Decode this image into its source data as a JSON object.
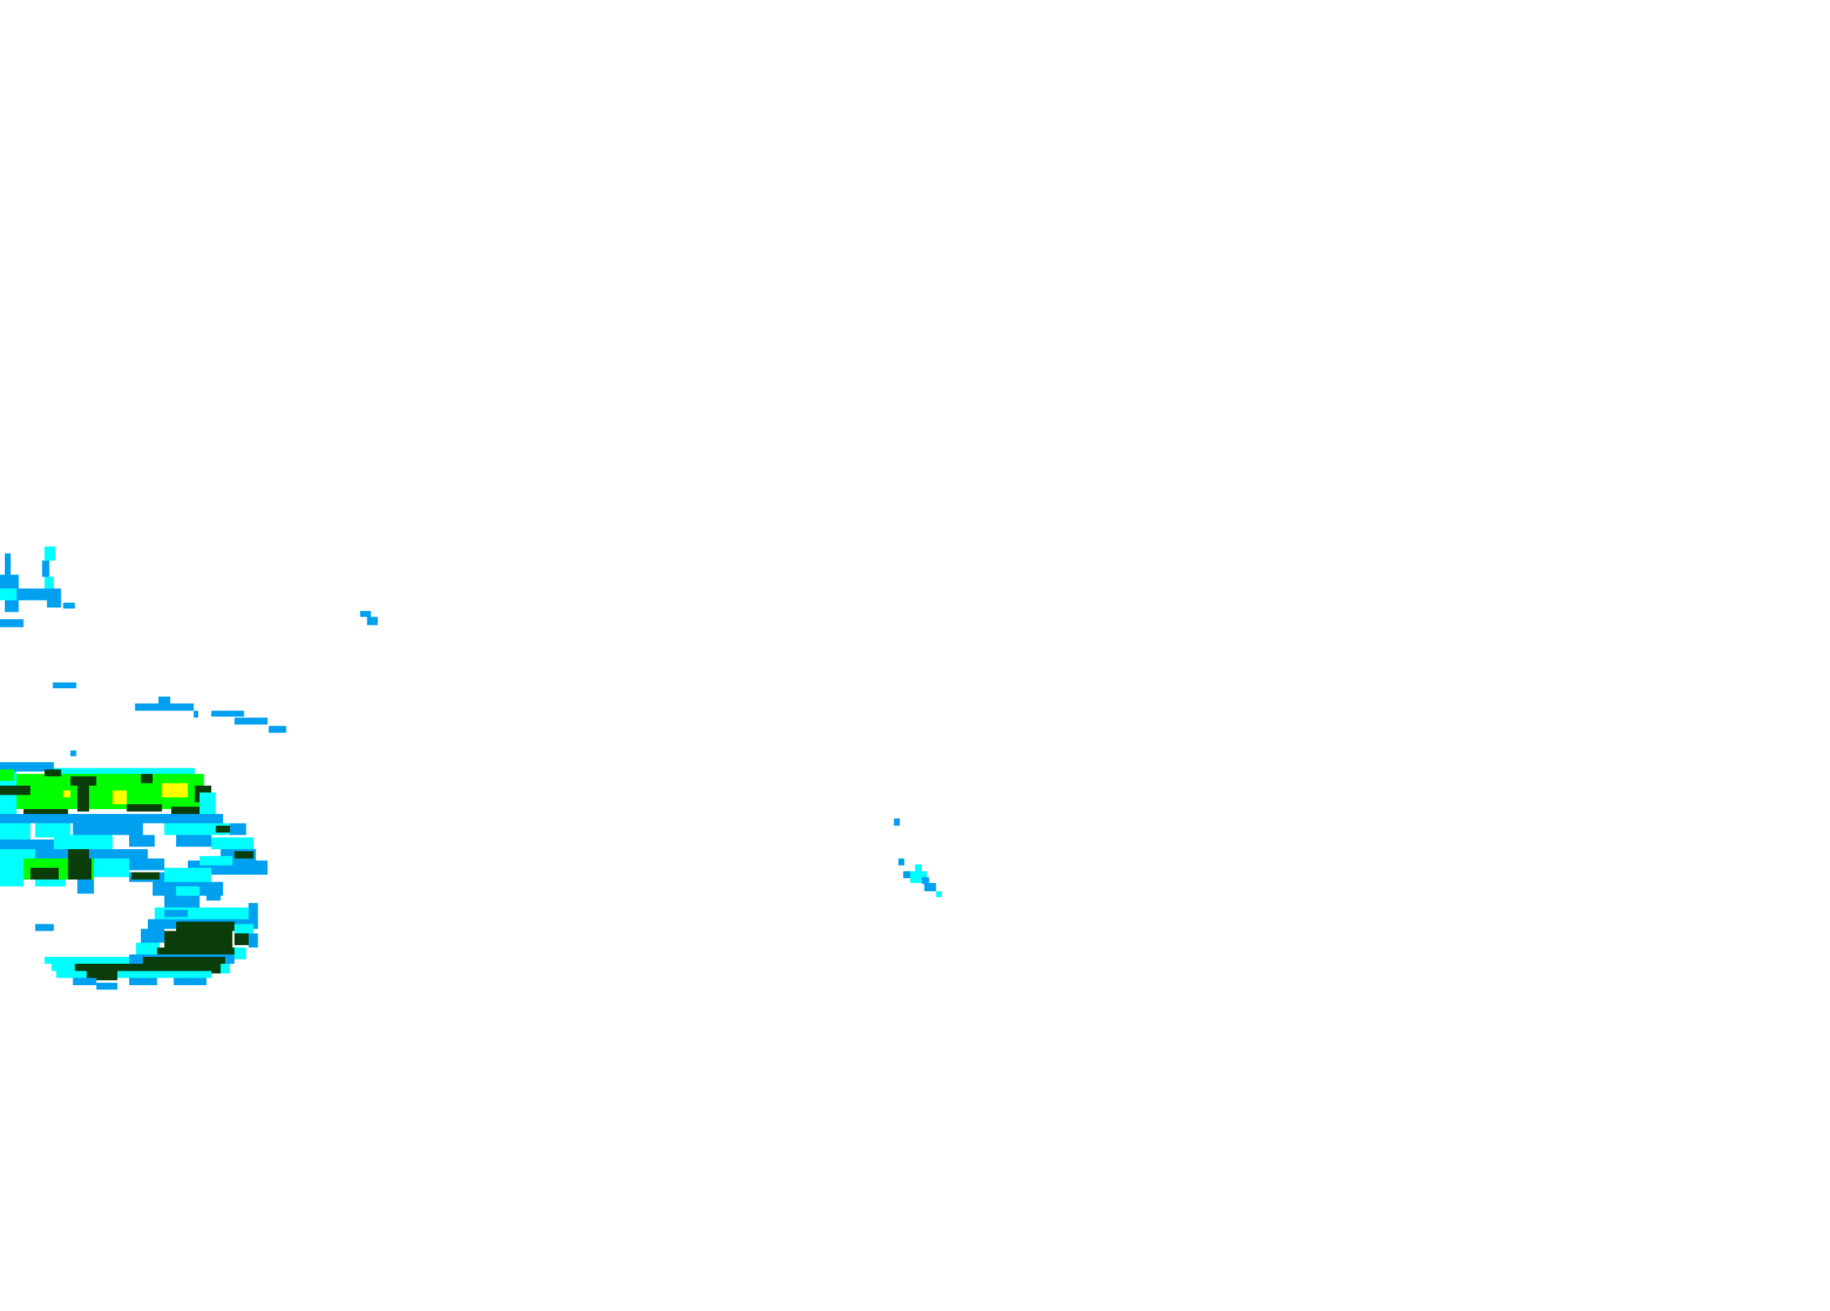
{
  "map": {
    "type": "weather-radar-reflectivity-overlay",
    "background": "#ffffff",
    "legend_shown": false,
    "labels_shown": false,
    "intensity_colors": {
      "light": "#00a0f0",
      "light_moderate": "#00ffff",
      "moderate": "#00ff00",
      "heavy": "#0a3d0a",
      "very_heavy": "#ffff00"
    }
  },
  "echoes": [
    {
      "id": "northwest-fragments",
      "level": "light"
    },
    {
      "id": "isolated-speck-north",
      "level": "light"
    },
    {
      "id": "western-streaks",
      "level": "light"
    },
    {
      "id": "main-storm-complex",
      "level": "very_heavy"
    },
    {
      "id": "southern-band",
      "level": "heavy"
    },
    {
      "id": "eastern-cluster",
      "level": "light_moderate"
    }
  ]
}
